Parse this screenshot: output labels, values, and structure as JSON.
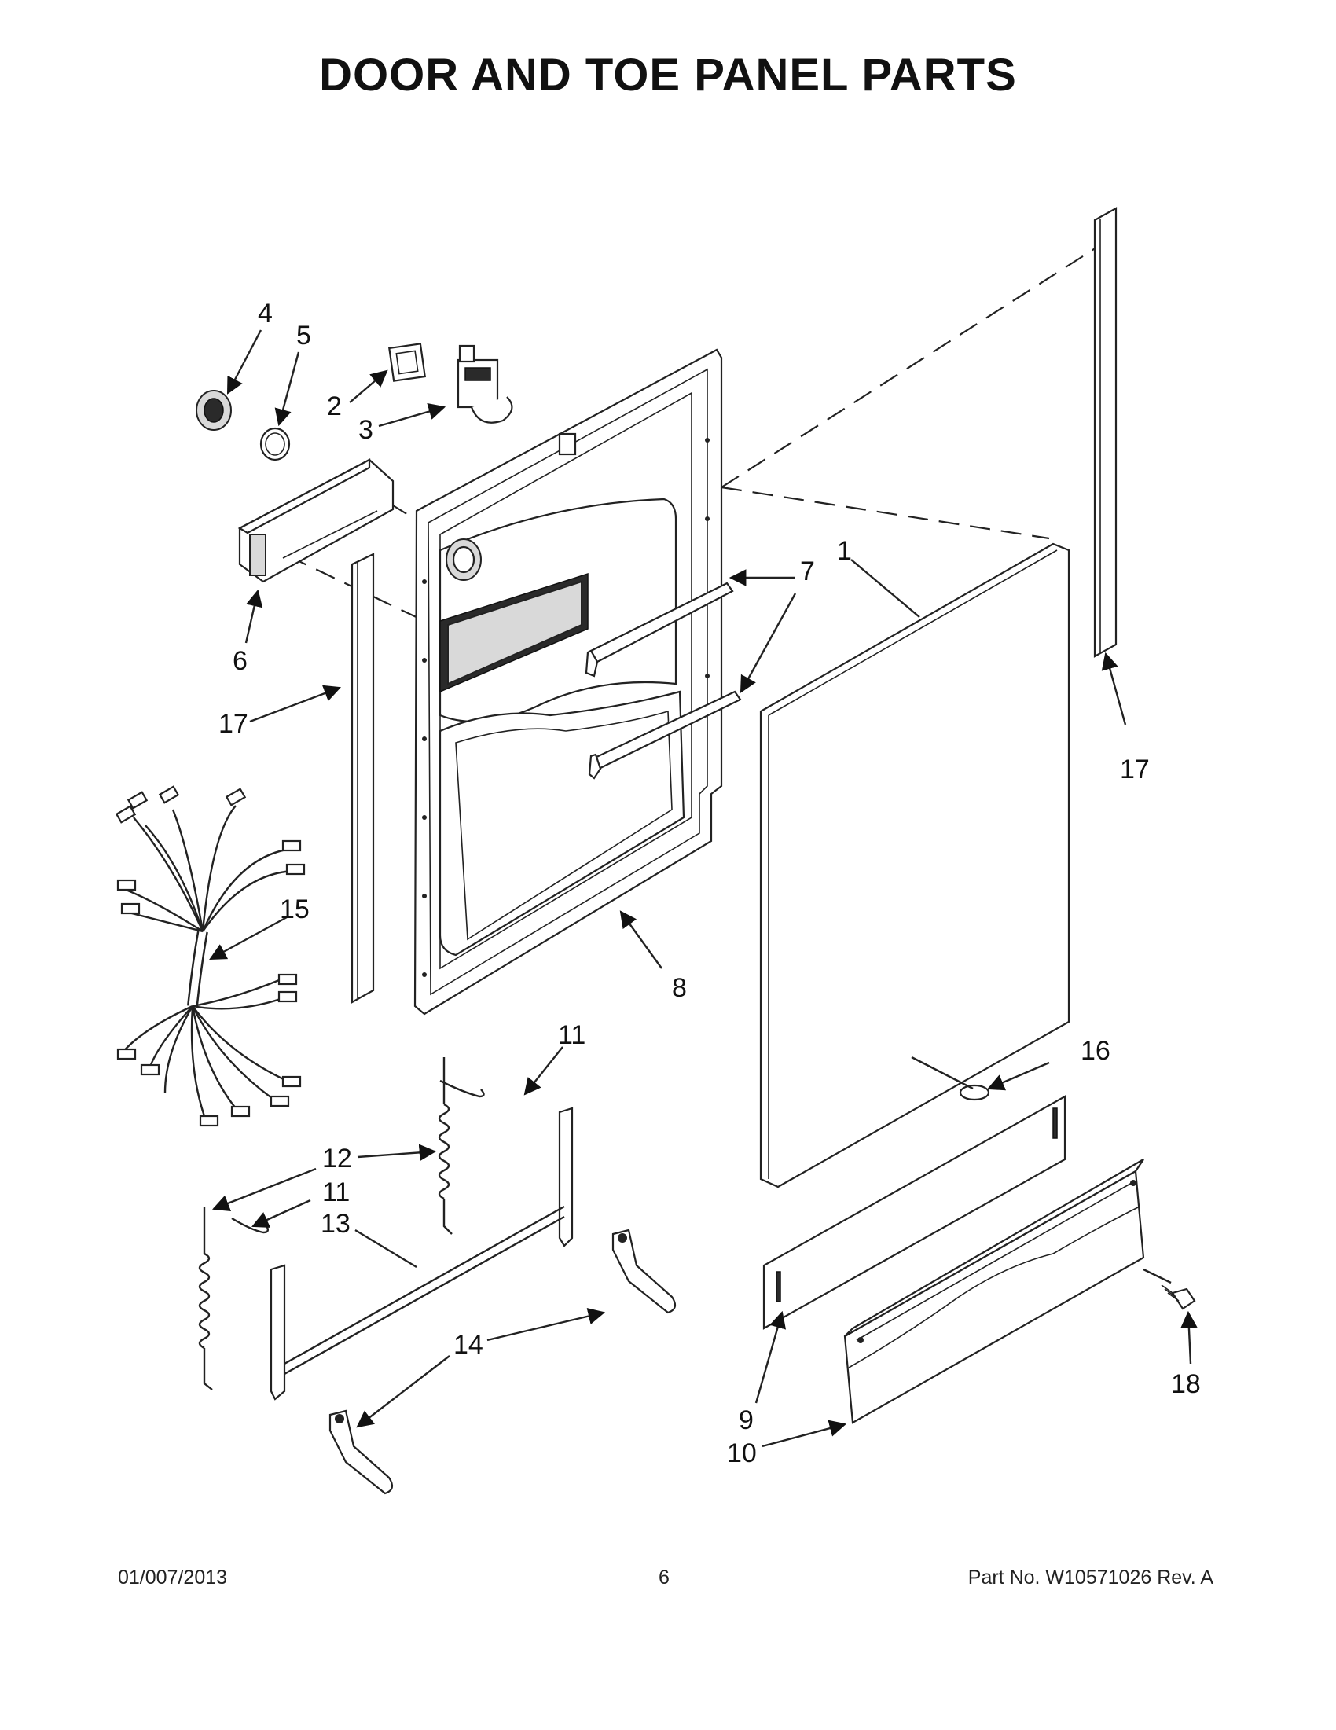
{
  "page": {
    "title": "DOOR AND TOE PANEL PARTS"
  },
  "callouts": {
    "c1": "1",
    "c2": "2",
    "c3": "3",
    "c4": "4",
    "c5": "5",
    "c6": "6",
    "c7": "7",
    "c8": "8",
    "c9": "9",
    "c10": "10",
    "c11a": "11",
    "c11b": "11",
    "c12": "12",
    "c13": "13",
    "c14": "14",
    "c15": "15",
    "c16": "16",
    "c17a": "17",
    "c17b": "17",
    "c18": "18"
  },
  "footer": {
    "date": "01/007/2013",
    "page_number": "6",
    "part_info": "Part No.  W10571026  Rev.  A"
  }
}
